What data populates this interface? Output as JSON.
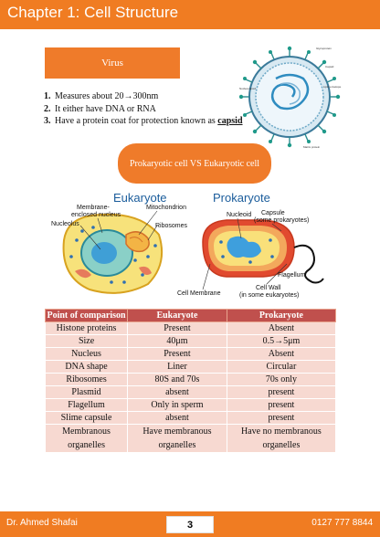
{
  "header": {
    "title": "Chapter 1: Cell Structure"
  },
  "virus": {
    "banner": "Virus",
    "items": [
      {
        "num": "1.",
        "pre": "Measures about 20",
        "arrow": "→",
        "post": "300nm"
      },
      {
        "num": "2.",
        "pre": "It either have DNA or RNA"
      },
      {
        "num": "3.",
        "pre": "Have a protein coat for protection known as ",
        "keyword": "capsid"
      }
    ],
    "diagram_labels": {
      "glycoprotein": "Glycoprotein",
      "capsid": "Capsid",
      "lipid_envelope": "Lipid envelope",
      "nucleocapsid": "Nucleocapsid",
      "matrix_protein": "Matrix protein"
    }
  },
  "comparison_banner": "Prokaryotic cell VS Eukaryotic cell",
  "cell_diagram": {
    "eukaryote_title": "Eukaryote",
    "prokaryote_title": "Prokaryote",
    "labels": {
      "membrane_enclosed_nucleus": "Membrane-\nenclosed nucleus",
      "mitochondrion": "Mitochondrion",
      "nucleolus": "Nucleolus",
      "ribosomes": "Ribosomes",
      "nucleoid": "Nucleoid",
      "capsule": "Capsule",
      "capsule_note": "(some prokaryotes)",
      "flagellum": "Flagellum",
      "cell_membrane": "Cell Membrane",
      "cell_wall": "Cell Wall",
      "cell_wall_note": "(in some eukaryotes)"
    }
  },
  "table": {
    "headers": [
      "Point of comparison",
      "Eukaryote",
      "Prokaryote"
    ],
    "rows": [
      [
        "Histone proteins",
        "Present",
        "Absent"
      ],
      [
        "Size",
        "40μm",
        "0.5→5μm"
      ],
      [
        "Nucleus",
        "Present",
        "Absent"
      ],
      [
        "DNA shape",
        "Liner",
        "Circular"
      ],
      [
        "Ribosomes",
        "80S and 70s",
        "70s only"
      ],
      [
        "Plasmid",
        "absent",
        "present"
      ],
      [
        "Flagellum",
        "Only in sperm",
        "present"
      ],
      [
        "Slime capsule",
        "absent",
        "present"
      ],
      [
        "Membranous organelles",
        "Have membranous organelles",
        "Have no membranous organelles"
      ]
    ]
  },
  "footer": {
    "author": "Dr. Ahmed Shafai",
    "page": "3",
    "phone": "0127 777 8844"
  },
  "colors": {
    "accent": "#f07c22",
    "table_header": "#c0504d",
    "table_row": "#f7d9d1",
    "diagram_title": "#1a5c9b"
  }
}
